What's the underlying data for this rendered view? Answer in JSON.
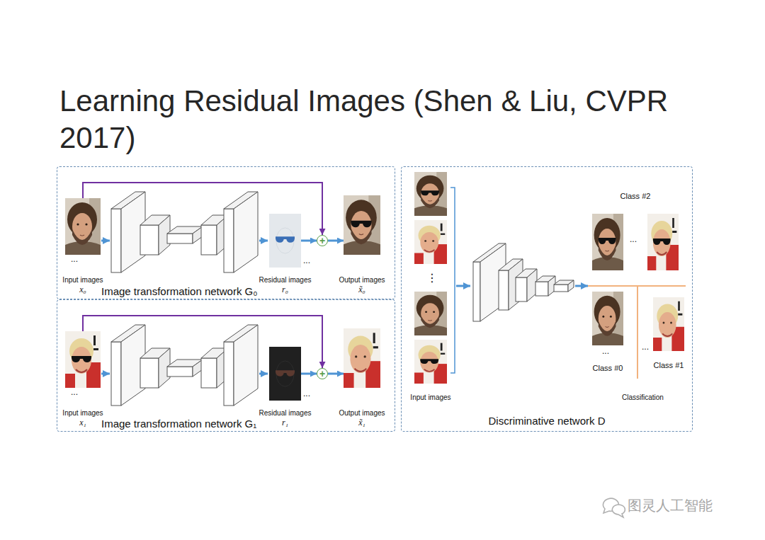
{
  "diagram": {
    "title": "Learning Residual Images (Shen & Liu, CVPR 2017)",
    "nodes": [
      {
        "text": [
          "Image transformation network G₀"
        ]
      },
      {
        "text": [
          "Input images",
          "x₀"
        ],
        "in": 0
      },
      {
        "text": [
          "Residual images",
          "r₀"
        ],
        "in": 0
      },
      {
        "text": [
          "+"
        ],
        "in": 0
      },
      {
        "text": [
          "Output images",
          "x̃₀"
        ],
        "in": 0
      },
      {
        "text": [
          "Image transformation network G₁"
        ]
      },
      {
        "text": [
          "Input images",
          "x₁"
        ],
        "in": 5
      },
      {
        "text": [
          "Residual images",
          "r₁"
        ],
        "in": 5
      },
      {
        "text": [
          "+"
        ],
        "in": 5
      },
      {
        "text": [
          "Output images",
          "x̃₁"
        ],
        "in": 5
      },
      {
        "text": [
          "Discriminative network D"
        ]
      },
      {
        "text": [
          "Input images"
        ],
        "in": 10
      },
      {
        "text": [
          "Class #2"
        ],
        "in": 10
      },
      {
        "text": [
          "Class #0"
        ],
        "in": 10
      },
      {
        "text": [
          "Class #1"
        ],
        "in": 10
      }
    ],
    "edges": [
      {
        "from": 1,
        "to": 3,
        "arrow": "to"
      },
      {
        "from": 2,
        "to": 3,
        "arrow": "to"
      },
      {
        "from": 3,
        "to": 4,
        "arrow": "to"
      },
      {
        "from": 6,
        "to": 8,
        "arrow": "to"
      },
      {
        "from": 7,
        "to": 8,
        "arrow": "to"
      },
      {
        "from": 8,
        "to": 9,
        "arrow": "to"
      }
    ],
    "labels": [
      "...",
      "...",
      "...",
      "...",
      "⋮",
      "...",
      "...",
      "...",
      "Classification",
      "图灵人工智能"
    ]
  }
}
